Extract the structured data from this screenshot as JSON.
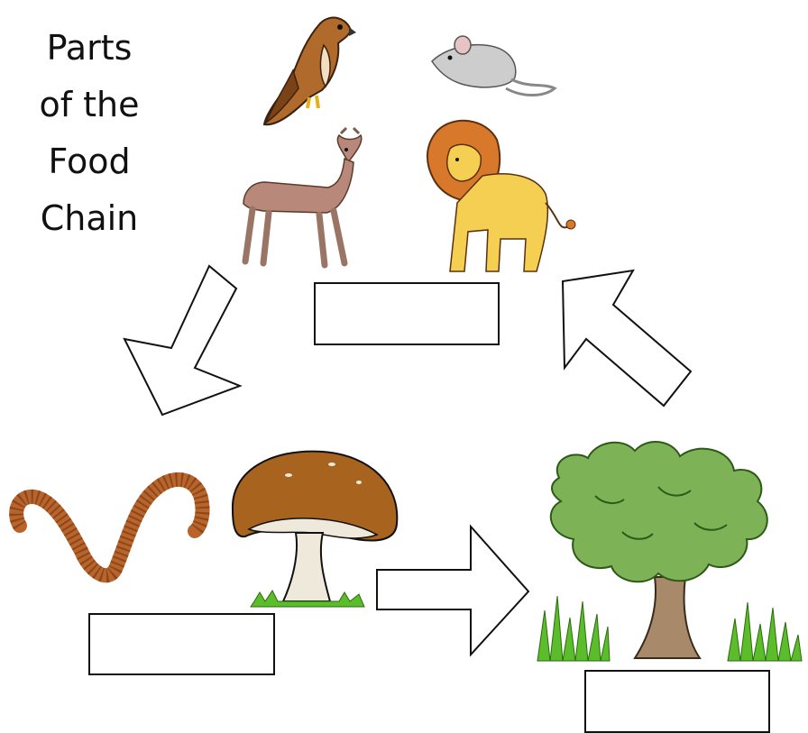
{
  "title": {
    "line1": "Parts",
    "line2": "of the",
    "line3": "Food",
    "line4": "Chain"
  },
  "label_boxes": {
    "consumers": "",
    "decomposers": "",
    "producers": ""
  },
  "pictures": {
    "consumers": [
      "hawk",
      "mouse",
      "deer",
      "lion"
    ],
    "decomposers": [
      "earthworm",
      "mushroom"
    ],
    "producers": [
      "tree",
      "grass"
    ]
  },
  "arrows": [
    "consumers-to-decomposers",
    "decomposers-to-producers",
    "producers-to-consumers"
  ],
  "colors": {
    "outline": "#111111",
    "tree_leaves": "#7db356",
    "trunk": "#a88a6a",
    "grass": "#5bbd2a",
    "mushroom_cap": "#a8641e",
    "worm": "#b8642a",
    "lion": "#f4cf52",
    "mane": "#d8782a",
    "deer": "#b8897a",
    "hawk": "#b06a2c",
    "mouse": "#c9c9c9"
  }
}
